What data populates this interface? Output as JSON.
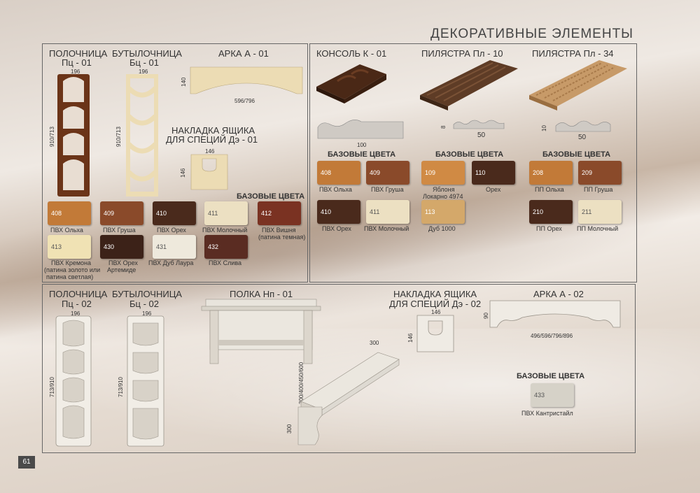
{
  "page_title": "ДЕКОРАТИВНЫЕ ЭЛЕМЕНТЫ",
  "page_number": "61",
  "top_left": {
    "polochnitsa": {
      "name": "ПОЛОЧНИЦА",
      "code": "Пц - 01",
      "width": "196",
      "height": "910/713"
    },
    "butylochnitsa": {
      "name": "БУТЫЛОЧНИЦА",
      "code": "Бц - 01",
      "width": "196",
      "height": "910/713"
    },
    "arka": {
      "name": "АРКА  А - 01",
      "height": "140",
      "width": "596/796"
    },
    "nakladka": {
      "line1": "НАКЛАДКА ЯЩИКА",
      "line2": "ДЛЯ СПЕЦИЙ  Дэ - 01",
      "width": "146",
      "height": "146"
    },
    "colors_title": "БАЗОВЫЕ ЦВЕТА",
    "swatches": [
      {
        "code": "408",
        "color": "#c27a38",
        "label": "ПВХ Ольха"
      },
      {
        "code": "409",
        "color": "#8a4a2a",
        "label": "ПВХ Груша"
      },
      {
        "code": "410",
        "color": "#4a2a1c",
        "label": "ПВХ Орех"
      },
      {
        "code": "411",
        "color": "#ece0c2",
        "label": "ПВХ Молочный"
      },
      {
        "code": "412",
        "color": "#7a3222",
        "label": "ПВХ Вишня",
        "label2": "(патина темная)"
      },
      {
        "code": "413",
        "color": "#f0e2b4",
        "label": "ПВХ Кремона",
        "label2": "(патина золото или",
        "label3": "патина светлая)"
      },
      {
        "code": "430",
        "color": "#3c2218",
        "label": "ПВХ Орех",
        "label2": "Артемиде"
      },
      {
        "code": "431",
        "color": "#eee9dc",
        "label": "ПВХ Дуб Лаура"
      },
      {
        "code": "432",
        "color": "#5a2c22",
        "label": "ПВХ Слива"
      }
    ]
  },
  "top_right": {
    "konsol": {
      "name": "КОНСОЛЬ  К - 01",
      "width": "100"
    },
    "pil10": {
      "name": "ПИЛЯСТРА  Пл - 10",
      "height": "8",
      "width": "50"
    },
    "pil34": {
      "name": "ПИЛЯСТРА  Пл - 34",
      "height": "10",
      "width": "50"
    },
    "colors_title": "БАЗОВЫЕ ЦВЕТА",
    "konsol_swatches": [
      {
        "code": "408",
        "color": "#c27a38",
        "label": "ПВХ Ольха"
      },
      {
        "code": "409",
        "color": "#8a4a2a",
        "label": "ПВХ Груша"
      },
      {
        "code": "410",
        "color": "#4a2a1c",
        "label": "ПВХ Орех"
      },
      {
        "code": "411",
        "color": "#ece0c2",
        "label": "ПВХ Молочный"
      }
    ],
    "pil10_swatches": [
      {
        "code": "109",
        "color": "#d08a44",
        "label": "Яблоня",
        "label2": "Локарно 4974"
      },
      {
        "code": "110",
        "color": "#4a2a1c",
        "label": "Орех"
      },
      {
        "code": "113",
        "color": "#d4a86a",
        "label": "Дуб 1000"
      }
    ],
    "pil34_swatches": [
      {
        "code": "208",
        "color": "#c27a38",
        "label": "ПП Ольха"
      },
      {
        "code": "209",
        "color": "#8a4a2a",
        "label": "ПП Груша"
      },
      {
        "code": "210",
        "color": "#4a2a1c",
        "label": "ПП Орех"
      },
      {
        "code": "211",
        "color": "#ece0c2",
        "label": "ПП Молочный"
      }
    ]
  },
  "bottom": {
    "polochnitsa": {
      "name": "ПОЛОЧНИЦА",
      "code": "Пц - 02",
      "width": "196",
      "height": "713/910"
    },
    "butylochnitsa": {
      "name": "БУТЫЛОЧНИЦА",
      "code": "Бц - 02",
      "width": "196",
      "height": "713/910"
    },
    "polka": {
      "name": "ПОЛКА  Нп - 01",
      "depth": "300",
      "length": "300/400/450/600",
      "height": "300"
    },
    "nakladka": {
      "line1": "НАКЛАДКА ЯЩИКА",
      "line2": "ДЛЯ СПЕЦИЙ  Дэ - 02",
      "width": "146",
      "height": "146"
    },
    "arka": {
      "name": "АРКА  А - 02",
      "height": "90",
      "width": "496/596/796/896"
    },
    "colors_title": "БАЗОВЫЕ ЦВЕТА",
    "swatch": {
      "code": "433",
      "color": "#d6d2c8",
      "label": "ПВХ Кантристайл"
    }
  }
}
